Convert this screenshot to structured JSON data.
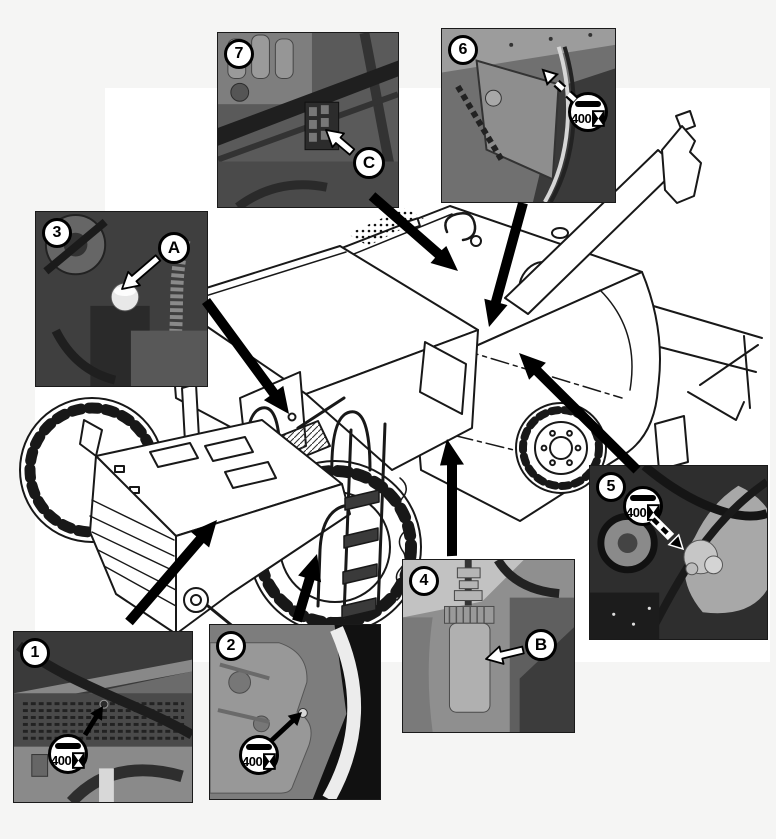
{
  "figure": {
    "interval_icon_value": "400",
    "insets": [
      {
        "number": "1",
        "icon_value": "400"
      },
      {
        "number": "2",
        "icon_value": "400"
      },
      {
        "number": "3",
        "detail_label": "A"
      },
      {
        "number": "4",
        "detail_label": "B"
      },
      {
        "number": "5",
        "icon_value": "400"
      },
      {
        "number": "6",
        "icon_value": "400"
      },
      {
        "number": "7",
        "detail_label": "C"
      }
    ],
    "colors": {
      "page_bg": "#f5f5f4",
      "drawing_bg": "#ffffff",
      "line_art": "#181818",
      "callout_fill": "#ffffff",
      "callout_border": "#000000",
      "arrow": "#000000"
    }
  }
}
